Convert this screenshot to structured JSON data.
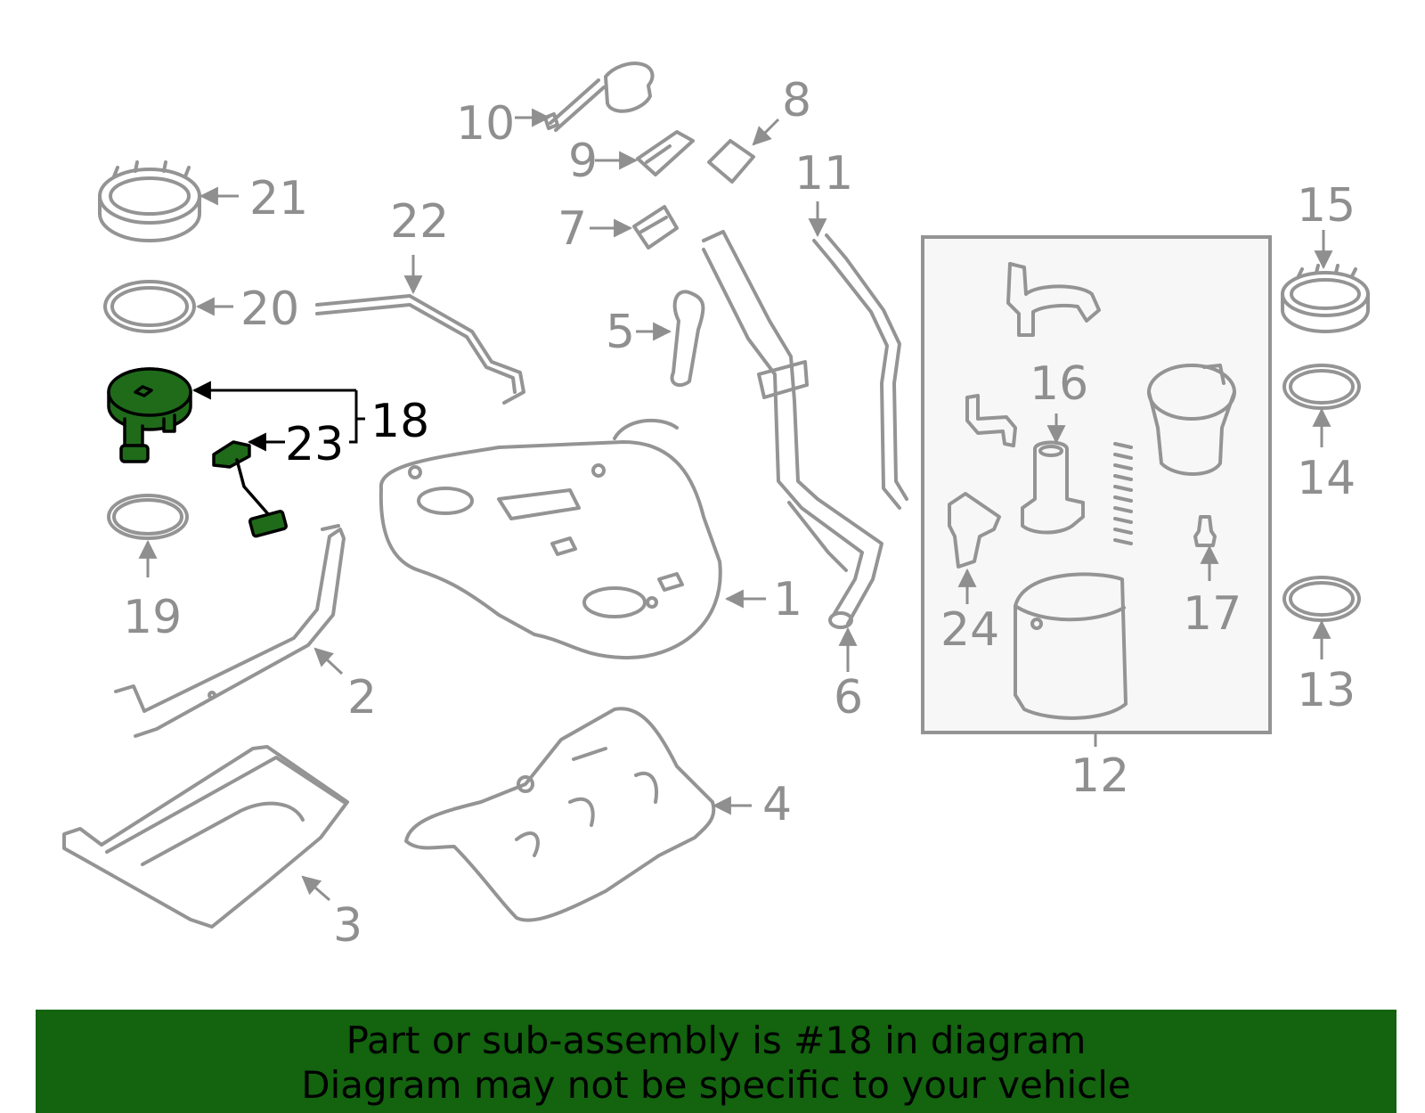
{
  "diagram": {
    "highlight_color": "#1f6b1a",
    "callouts": [
      {
        "key": "c1",
        "label": "1"
      },
      {
        "key": "c2",
        "label": "2"
      },
      {
        "key": "c3",
        "label": "3"
      },
      {
        "key": "c4",
        "label": "4"
      },
      {
        "key": "c5",
        "label": "5"
      },
      {
        "key": "c6",
        "label": "6"
      },
      {
        "key": "c7",
        "label": "7"
      },
      {
        "key": "c8",
        "label": "8"
      },
      {
        "key": "c9",
        "label": "9"
      },
      {
        "key": "c10",
        "label": "10"
      },
      {
        "key": "c11",
        "label": "11"
      },
      {
        "key": "c12",
        "label": "12"
      },
      {
        "key": "c13",
        "label": "13"
      },
      {
        "key": "c14",
        "label": "14"
      },
      {
        "key": "c15",
        "label": "15"
      },
      {
        "key": "c16",
        "label": "16"
      },
      {
        "key": "c17",
        "label": "17"
      },
      {
        "key": "c18",
        "label": "18"
      },
      {
        "key": "c19",
        "label": "19"
      },
      {
        "key": "c20",
        "label": "20"
      },
      {
        "key": "c21",
        "label": "21"
      },
      {
        "key": "c22",
        "label": "22"
      },
      {
        "key": "c23",
        "label": "23"
      },
      {
        "key": "c24",
        "label": "24"
      }
    ],
    "highlighted_parts": [
      "18",
      "23"
    ]
  },
  "banner": {
    "line1": "Part or sub-assembly is #18 in diagram",
    "line2": "Diagram may not be specific to your vehicle",
    "background": "#13630f"
  }
}
